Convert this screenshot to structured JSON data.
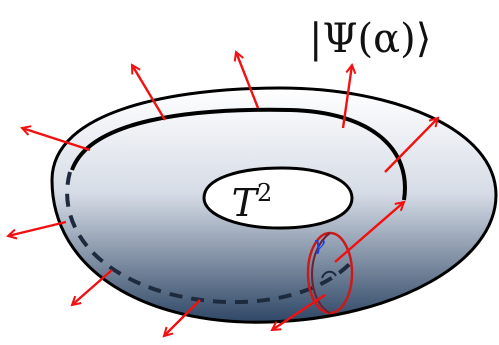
{
  "labels": {
    "state": "|Ψ(α)⟩",
    "surface_base": "T",
    "surface_exp": "2",
    "loop": "γ"
  },
  "colors": {
    "arrow": "#f21010",
    "loop": "#cc1a1a",
    "loop_label": "#1a3fd9",
    "outline": "#000000",
    "torus_light": "#ffffff",
    "torus_dark": "#2f4766"
  }
}
